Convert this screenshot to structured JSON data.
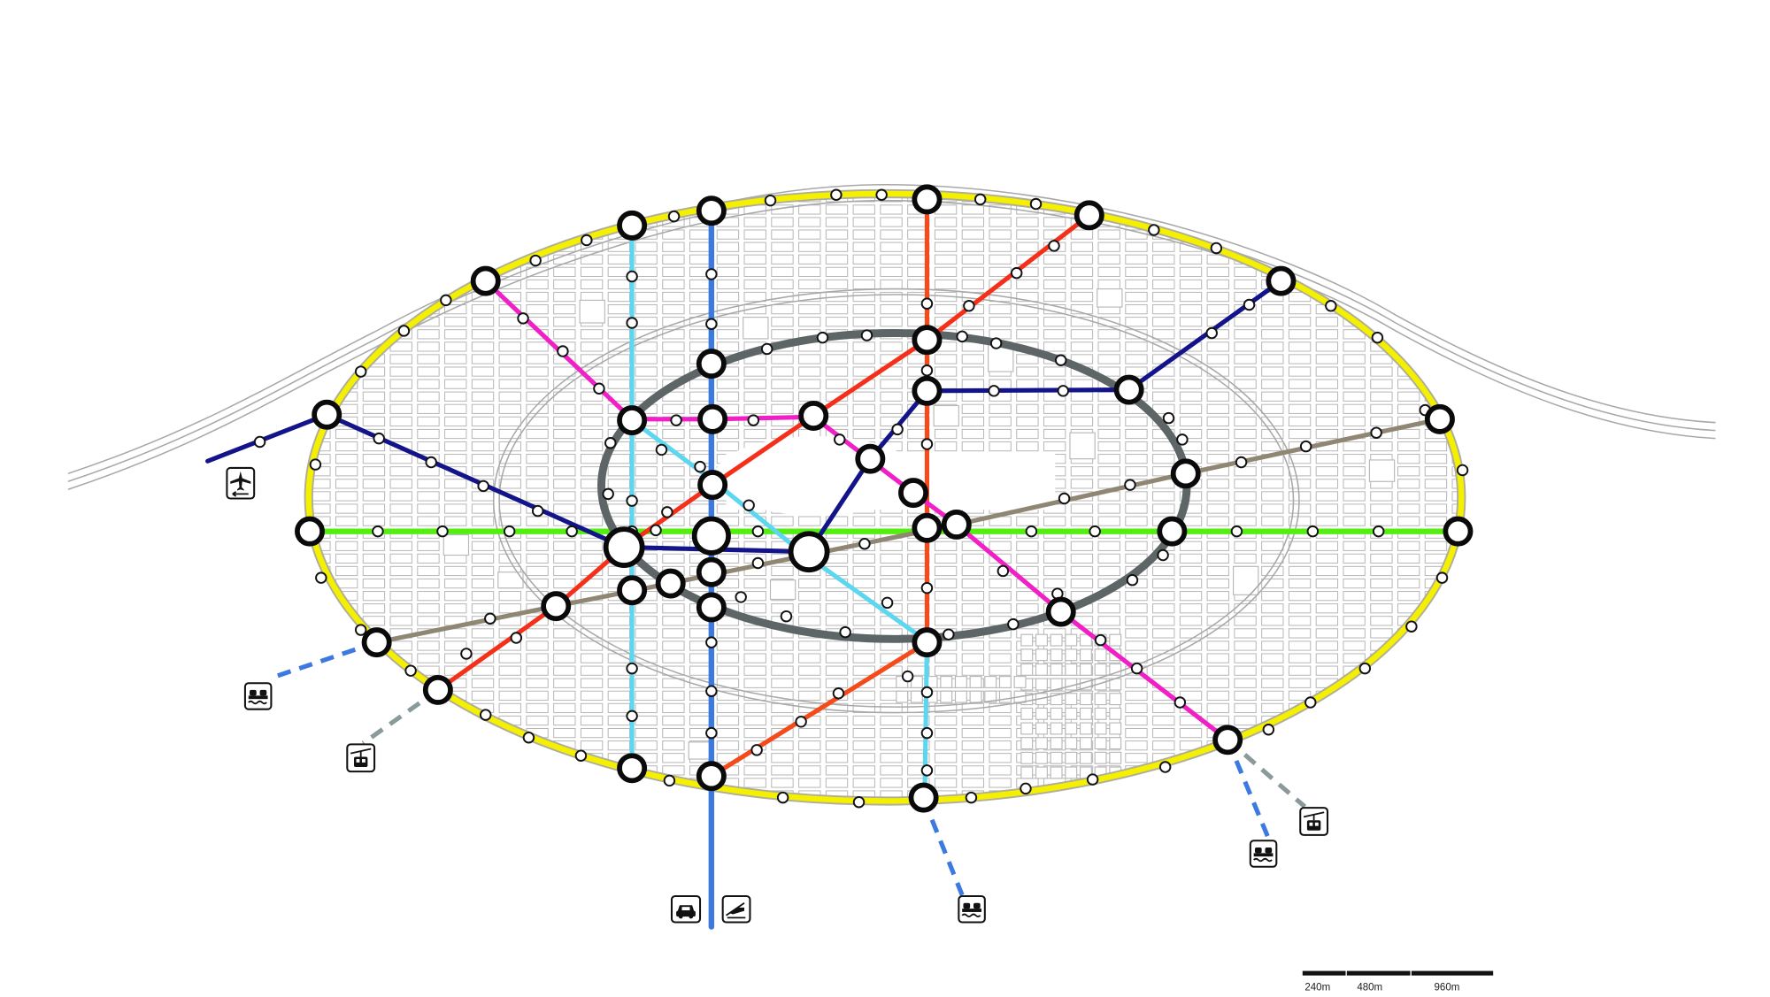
{
  "map": {
    "colors": {
      "background": "#ffffff",
      "block_outline": "#b8b8b8",
      "rail_outline": "#a8a8a8",
      "yellow_ring": "#f4f000",
      "inner_ring": "#5d6566",
      "green_line": "#55ee11",
      "red_line": "#f5301a",
      "orange_red_line": "#f54a1a",
      "navy_line": "#14148a",
      "magenta_line": "#f01fc6",
      "cyan_line": "#5dd6f0",
      "blue_line": "#3d7ae0",
      "taupe_line": "#8f8674",
      "connector_blue": "#3d7ae0",
      "connector_gray": "#8a9a9a"
    },
    "transport_icons": [
      "airplane-icon",
      "ferry-icon",
      "cable-car-icon",
      "car-icon",
      "train-icon"
    ]
  },
  "scale_bar": {
    "labels": [
      "240m",
      "480m",
      "960m"
    ]
  }
}
